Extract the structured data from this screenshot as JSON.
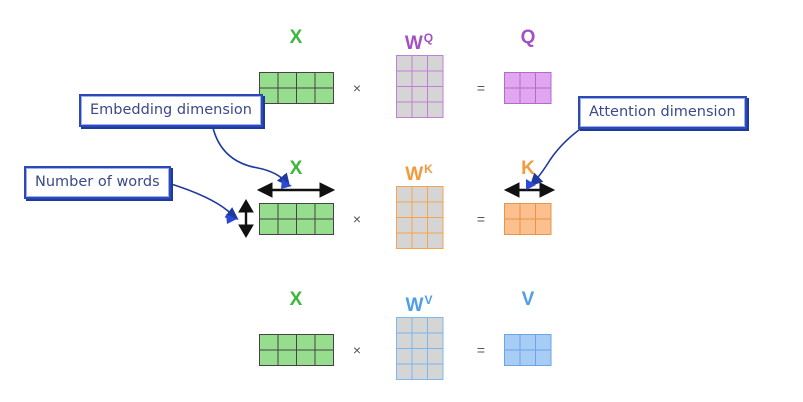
{
  "rows": [
    {
      "x_label": "X",
      "w_label": "W",
      "w_sup": "Q",
      "out_label": "Q",
      "x_color": "#3bb83b",
      "w_color": "#a54fc4",
      "out_color": "#a54fc4",
      "x_fill": "#96dd8e",
      "w_fill": "#d5d5d5",
      "w_stroke": "#c27ed6",
      "out_fill": "#e0a6ef",
      "out_stroke": "#b46cc8",
      "times": "×",
      "equals": "="
    },
    {
      "x_label": "X",
      "w_label": "W",
      "w_sup": "K",
      "out_label": "K",
      "x_color": "#3bb83b",
      "w_color": "#f39a3d",
      "out_color": "#f39a3d",
      "x_fill": "#96dd8e",
      "w_fill": "#d5d5d5",
      "w_stroke": "#f2a54c",
      "out_fill": "#fbc08d",
      "out_stroke": "#e5964b",
      "times": "×",
      "equals": "="
    },
    {
      "x_label": "X",
      "w_label": "W",
      "w_sup": "V",
      "out_label": "V",
      "x_color": "#3bb83b",
      "w_color": "#4e9ee8",
      "out_color": "#4e9ee8",
      "x_fill": "#96dd8e",
      "w_fill": "#d5d5d5",
      "w_stroke": "#7ab8ef",
      "out_fill": "#a7ccf6",
      "out_stroke": "#6da5e3",
      "times": "×",
      "equals": "="
    }
  ],
  "callouts": {
    "embedding": "Embedding dimension",
    "attention": "Attention dimension",
    "words": "Number of words"
  },
  "colors": {
    "callout_border": "#2c49b5",
    "callout_text": "#3a4a8a",
    "arrow_blue": "#1f3a9e",
    "dim_arrow": "#111111",
    "grid_line": "#444444"
  }
}
